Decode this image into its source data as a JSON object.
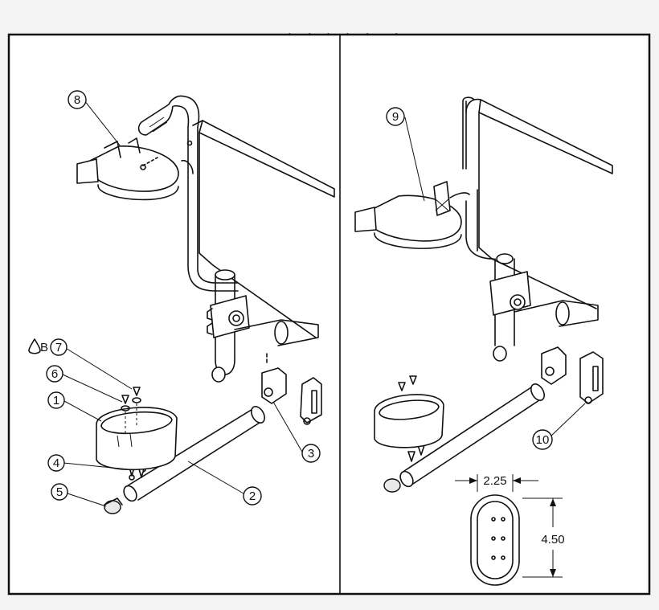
{
  "callouts": {
    "c1": "1",
    "c2": "2",
    "c3": "3",
    "c4": "4",
    "c5": "5",
    "c6": "6",
    "c7": "7",
    "c8": "8",
    "c9": "9",
    "c10": "10"
  },
  "adhesive_symbol": {
    "icon": "drop-icon",
    "letter": "B"
  },
  "dimensions": {
    "width": "2.25",
    "height": "4.50"
  },
  "colors": {
    "background": "#f3f3f3",
    "panel": "#ffffff",
    "line": "#111111"
  }
}
